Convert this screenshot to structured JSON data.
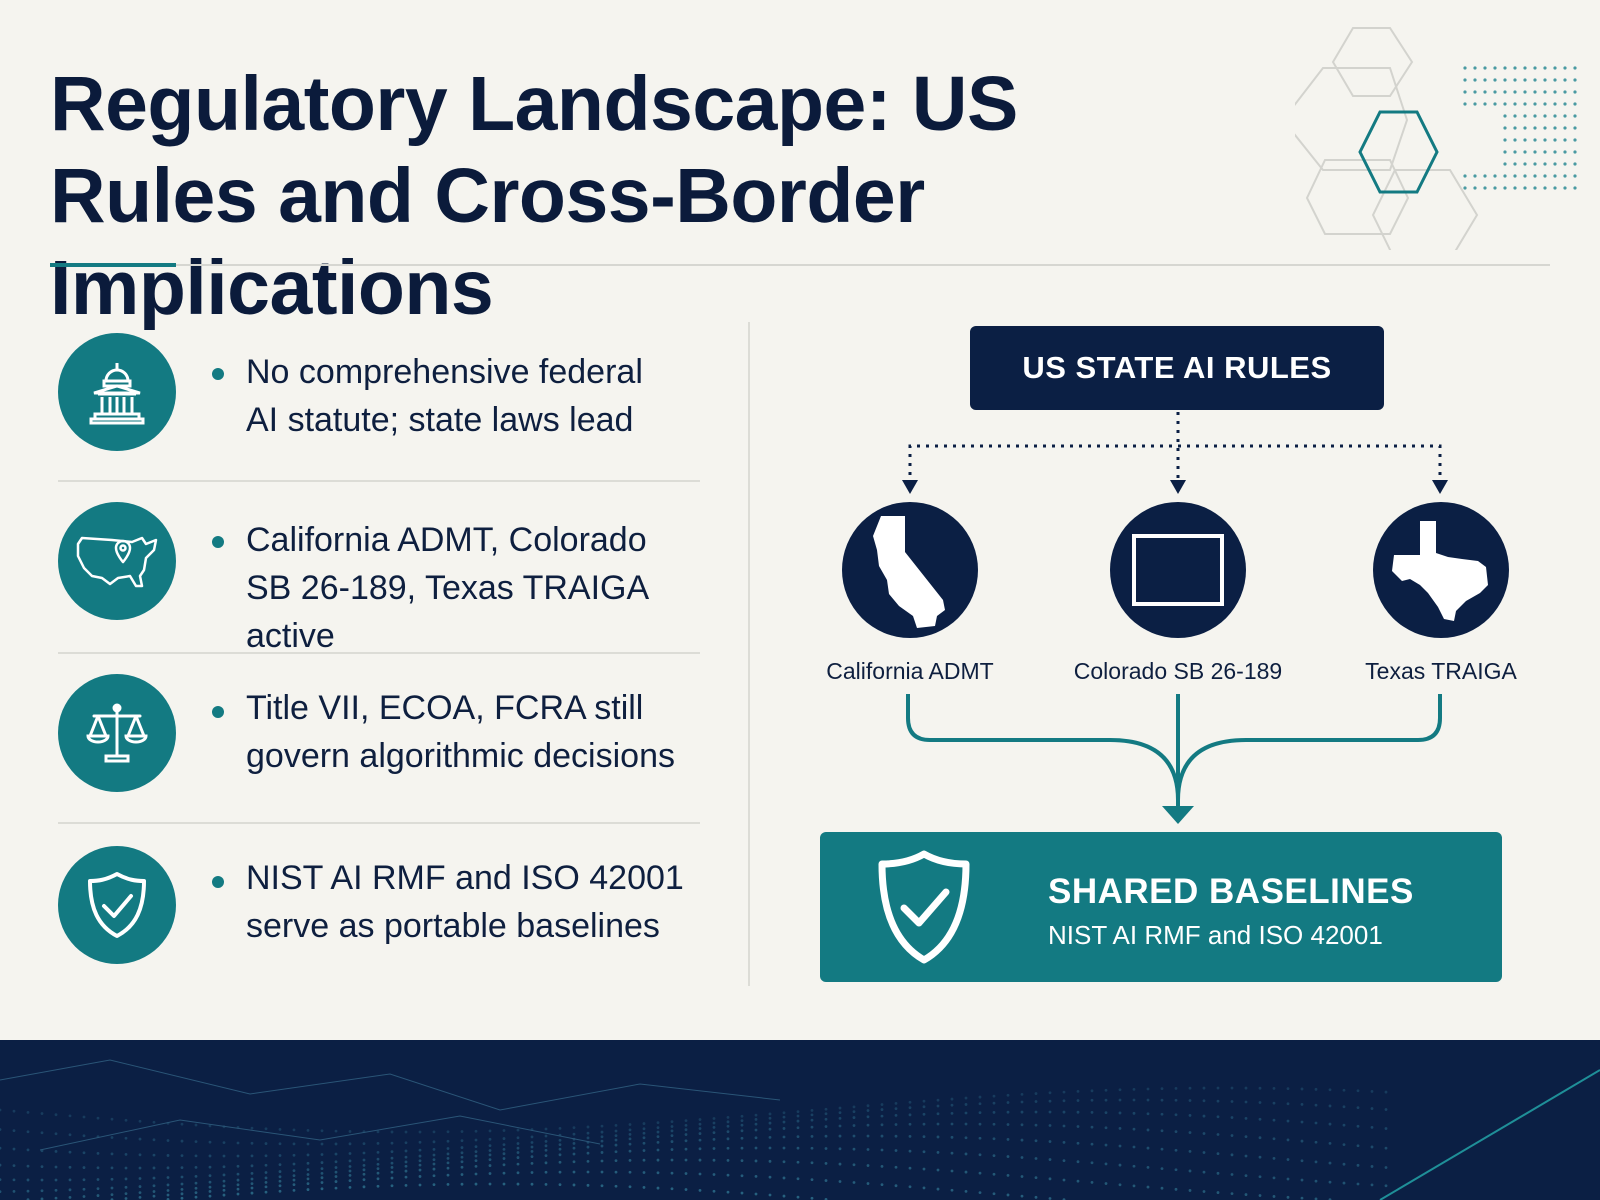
{
  "title": "Regulatory Landscape: US Rules and Cross-Border Implications",
  "left_items": [
    {
      "icon": "capitol-building-icon",
      "text_line1": "No comprehensive federal",
      "text_line2": "AI statute; state laws lead"
    },
    {
      "icon": "us-map-pin-icon",
      "text_line1": "California ADMT, Colorado",
      "text_line2": "SB 26-189, Texas TRAIGA active"
    },
    {
      "icon": "scales-of-justice-icon",
      "text_line1": "Title VII, ECOA, FCRA still",
      "text_line2": "govern algorithmic decisions"
    },
    {
      "icon": "shield-check-icon",
      "text_line1": "NIST AI RMF and ISO 42001",
      "text_line2": "serve as portable baselines"
    }
  ],
  "diagram": {
    "top_label": "US STATE AI RULES",
    "states": [
      {
        "label": "California ADMT",
        "icon": "california-outline-icon"
      },
      {
        "label": "Colorado SB 26-189",
        "icon": "colorado-outline-icon"
      },
      {
        "label": "Texas TRAIGA",
        "icon": "texas-outline-icon"
      }
    ],
    "bottom_title": "SHARED BASELINES",
    "bottom_subtitle": "NIST AI RMF and ISO 42001",
    "bottom_icon": "shield-check-icon"
  },
  "colors": {
    "navy": "#0b1f44",
    "teal": "#137a82",
    "background": "#f5f4ef"
  }
}
